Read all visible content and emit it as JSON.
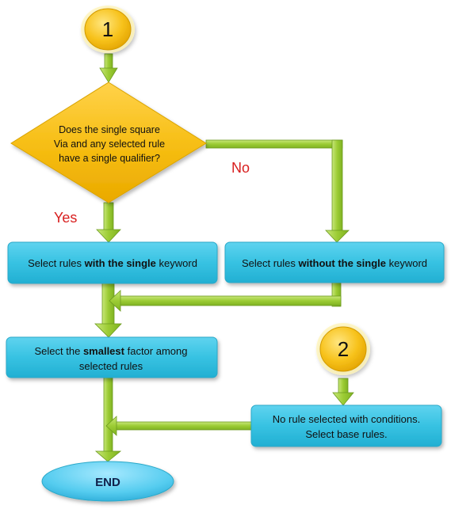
{
  "connectors": {
    "start": "1",
    "restart": "2"
  },
  "decision": {
    "line1": "Does the single square",
    "line2": "Via and any selected rule",
    "line3": "have a single qualifier?"
  },
  "branches": {
    "yes": "Yes",
    "no": "No"
  },
  "process_with": {
    "pre": "Select rules ",
    "bold": "with the single",
    "post": " keyword"
  },
  "process_without": {
    "pre": "Select rules ",
    "bold": "without the single",
    "post": " keyword"
  },
  "process_smallest": {
    "pre": "Select the ",
    "bold": "smallest",
    "post": " factor among",
    "line2": "selected rules"
  },
  "process_base": {
    "line1": "No rule selected with conditions.",
    "line2": "Select base rules."
  },
  "terminal": {
    "end": "END"
  },
  "colors": {
    "connector_fill": "#f7c21b",
    "decision_fill": "#f6bd12",
    "process_fill": "#37c2e2",
    "terminal_fill": "#55ccef",
    "arrow_fill": "#9ccc34",
    "arrow_stroke": "#6c9a1f",
    "label_red": "#d81e1e"
  }
}
